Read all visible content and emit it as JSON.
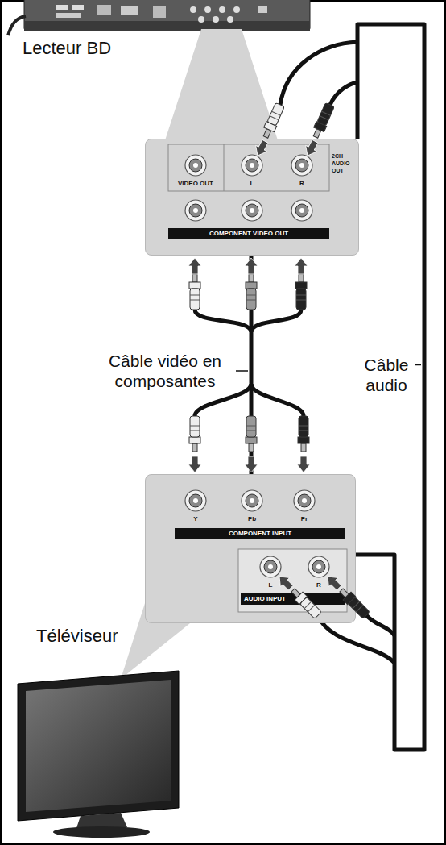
{
  "diagram": {
    "nodes": [
      {
        "text": [
          "VIDEO OUT",
          "L",
          "R",
          "2CH AUDIO OUT",
          "COMPONENT VIDEO OUT"
        ]
      },
      {
        "text": [
          "Y",
          "Pb",
          "Pr",
          "COMPONENT INPUT",
          "L",
          "R",
          "AUDIO INPUT"
        ]
      }
    ],
    "edges": [
      {
        "from": 0,
        "to": 1,
        "arrow": "none",
        "label": "Câble vidéo en composantes"
      },
      {
        "from": 0,
        "to": 1,
        "arrow": "none",
        "label": "Câble audio"
      }
    ],
    "labels": [
      "Lecteur BD",
      "Téléviseur"
    ]
  }
}
